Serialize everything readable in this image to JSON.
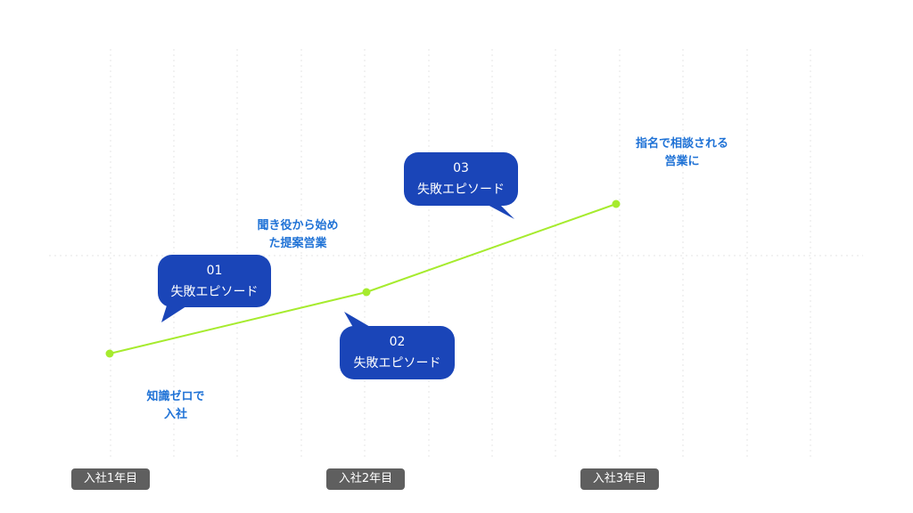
{
  "colors": {
    "line": "#a6eb2e",
    "bubble": "#1a45b8",
    "note_text": "#1f72d6",
    "year_badge": "#5f5f5f",
    "grid": "#e4e4e4"
  },
  "timeline": {
    "years": [
      "入社1年目",
      "入社2年目",
      "入社3年目"
    ],
    "milestones": [
      {
        "label_line1": "知識ゼロで",
        "label_line2": "入社"
      },
      {
        "label_line1": "聞き役から始め",
        "label_line2": "た提案営業"
      },
      {
        "label_line1": "指名で相談される",
        "label_line2": "営業に"
      }
    ],
    "episodes": [
      {
        "number": "01",
        "label": "失敗エピソード"
      },
      {
        "number": "02",
        "label": "失敗エピソード"
      },
      {
        "number": "03",
        "label": "失敗エピソード"
      }
    ]
  }
}
